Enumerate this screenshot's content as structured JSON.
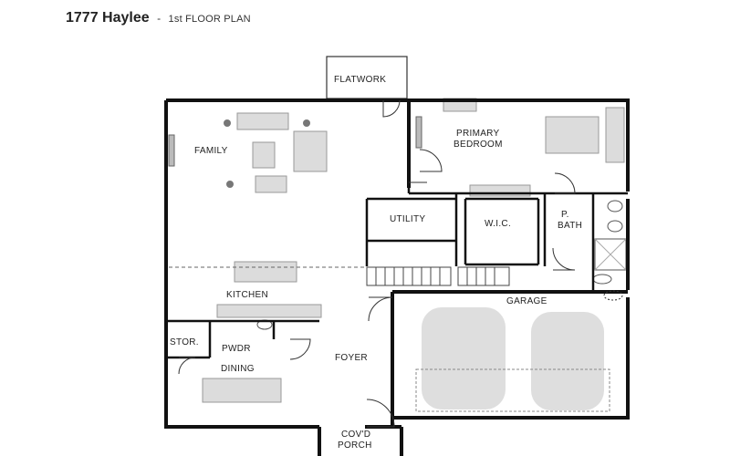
{
  "header": {
    "title": "1777 Haylee",
    "separator": "-",
    "subtitle": "1st FLOOR PLAN"
  },
  "rooms": {
    "flatwork": "FLATWORK",
    "family": "FAMILY",
    "primary_bedroom_line1": "PRIMARY",
    "primary_bedroom_line2": "BEDROOM",
    "utility": "UTILITY",
    "wic": "W.I.C.",
    "pbath_line1": "P.",
    "pbath_line2": "BATH",
    "kitchen": "KITCHEN",
    "garage": "GARAGE",
    "stor": "STOR.",
    "pwdr": "PWDR",
    "dining": "DINING",
    "foyer": "FOYER",
    "porch_line1": "COV'D",
    "porch_line2": "PORCH"
  },
  "colors": {
    "wall": "#111111",
    "furniture": "#dcdcdc",
    "car": "#dedede"
  }
}
